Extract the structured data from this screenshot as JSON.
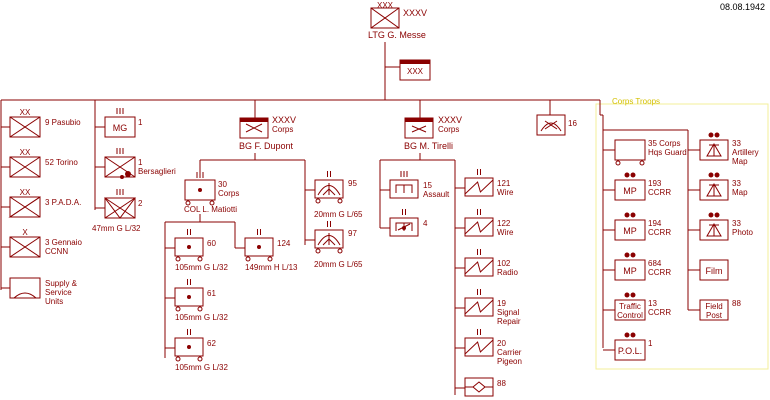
{
  "date": "08.08.1942",
  "corps": {
    "echelon": "XXX",
    "designation": "XXXV",
    "commander": "LTG G. Messe",
    "hq_label": "XXX"
  },
  "corps_troops_label": "Corps Troops",
  "left_column": [
    {
      "id": "pasubio",
      "echelon": "XX",
      "label": "9 Pasubio"
    },
    {
      "id": "torino",
      "echelon": "XX",
      "label": "52 Torino"
    },
    {
      "id": "pada",
      "echelon": "XX",
      "label": "3 P.A.D.A."
    },
    {
      "id": "gennaio",
      "echelon": "X",
      "label": "3 Gennaio\nCCNN"
    },
    {
      "id": "supply",
      "echelon": "",
      "label": "Supply &\nService\nUnits"
    }
  ],
  "second_column": [
    {
      "id": "mg1",
      "echelon": "III",
      "label": "1",
      "inner": "MG"
    },
    {
      "id": "bers1",
      "echelon": "III",
      "label": "1\nBersaglieri"
    },
    {
      "id": "at2",
      "echelon": "III",
      "label": "2",
      "sub": "47mm G L/32"
    }
  ],
  "dupont_corps": {
    "designation": "XXXV",
    "type": "Corps",
    "commander": "BG F. Dupont"
  },
  "matiotti": {
    "echelon": "III",
    "label": "30\nCorps",
    "commander": "COL L. Matiotti"
  },
  "artillery_groups": [
    {
      "id": "g60",
      "echelon": "II",
      "label": "60",
      "sub": "105mm G L/32"
    },
    {
      "id": "g61",
      "echelon": "II",
      "label": "61",
      "sub": "105mm G L/32"
    },
    {
      "id": "g62",
      "echelon": "II",
      "label": "62",
      "sub": "105mm G L/32"
    },
    {
      "id": "g124",
      "echelon": "II",
      "label": "124",
      "sub": "149mm H L/13"
    }
  ],
  "aa_groups": [
    {
      "id": "aa95",
      "echelon": "II",
      "label": "95",
      "sub": "20mm G L/65"
    },
    {
      "id": "aa97",
      "echelon": "II",
      "label": "97",
      "sub": "20mm G L/65"
    }
  ],
  "tirelli_corps": {
    "designation": "XXXV",
    "type": "Corps",
    "commander": "BG M. Tirelli"
  },
  "engineers": [
    {
      "id": "e15",
      "echelon": "III",
      "label": "15\nAssault"
    },
    {
      "id": "e4",
      "echelon": "II",
      "label": "4"
    }
  ],
  "signals": [
    {
      "id": "s121",
      "echelon": "II",
      "label": "121\nWire"
    },
    {
      "id": "s122",
      "echelon": "II",
      "label": "122\nWire"
    },
    {
      "id": "s102",
      "echelon": "II",
      "label": "102\nRadio"
    },
    {
      "id": "s19",
      "echelon": "II",
      "label": "19\nSignal\nRepair"
    },
    {
      "id": "s20",
      "echelon": "II",
      "label": "20\nCarrier\nPigeon"
    },
    {
      "id": "s88",
      "echelon": "",
      "label": "88"
    }
  ],
  "engineer16": {
    "echelon": "",
    "label": "16"
  },
  "corps_troops_left": [
    {
      "id": "hq35",
      "echelon": "",
      "label": "35 Corps\nHqs Guard"
    },
    {
      "id": "mp193",
      "echelon": "••",
      "label": "193\nCCRR",
      "inner": "MP"
    },
    {
      "id": "mp194",
      "echelon": "••",
      "label": "194\nCCRR",
      "inner": "MP"
    },
    {
      "id": "mp684",
      "echelon": "••",
      "label": "684\nCCRR",
      "inner": "MP"
    },
    {
      "id": "tc13",
      "echelon": "••",
      "label": "13\nCCRR",
      "inner": "Traffic\nControl"
    },
    {
      "id": "pol1",
      "echelon": "••",
      "label": "1",
      "inner": "P.O.L."
    }
  ],
  "corps_troops_right": [
    {
      "id": "am33",
      "echelon": "••",
      "label": "33\nArtillery\nMap"
    },
    {
      "id": "map33",
      "echelon": "••",
      "label": "33\nMap"
    },
    {
      "id": "ph33",
      "echelon": "••",
      "label": "33\nPhoto"
    },
    {
      "id": "film",
      "echelon": "",
      "label": "",
      "inner": "Film"
    },
    {
      "id": "fp88",
      "echelon": "",
      "label": "88",
      "inner": "Field\nPost"
    }
  ]
}
